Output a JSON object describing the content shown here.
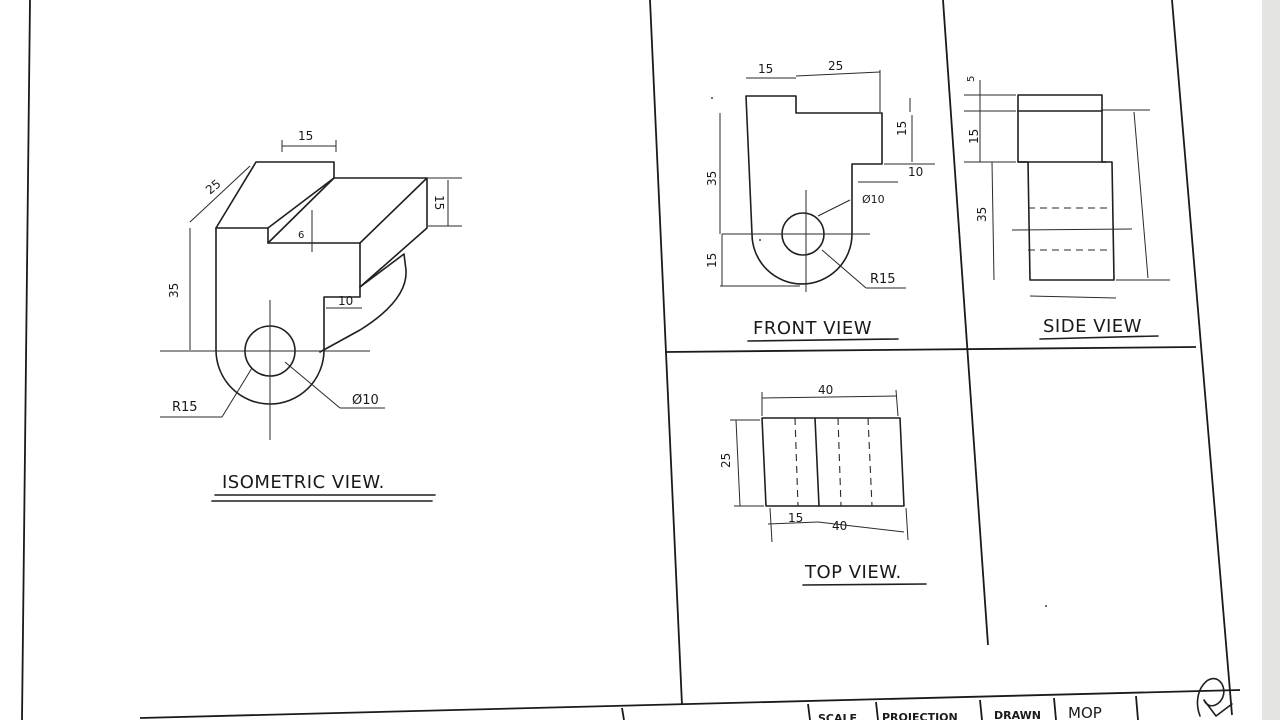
{
  "views": {
    "isometric": {
      "title": "ISOMETRIC VIEW.",
      "dims": {
        "top_width": "15",
        "length": "25",
        "height_right": "15",
        "height_left": "35",
        "step_depth": "6",
        "slot": "10",
        "radius": "R15",
        "hole": "Ø10"
      }
    },
    "front": {
      "title": "FRONT VIEW",
      "dims": {
        "left_width": "15",
        "right_width": "25",
        "step": "15",
        "notch": "10",
        "height": "35",
        "lower": "15",
        "hole": "Ø10",
        "radius": "R15"
      }
    },
    "side": {
      "title": "SIDE VIEW",
      "dims": {
        "top": "5",
        "mid": "15",
        "height": "35"
      }
    },
    "top": {
      "title": "TOP VIEW.",
      "dims": {
        "total": "40",
        "depth": "25",
        "left": "15",
        "right": "40"
      }
    }
  },
  "title_block": {
    "scale": "SCALE",
    "projection": "PROJECTION",
    "drawn": "DRAWN",
    "drawn_value": "MOP"
  },
  "colors": {
    "paper": "#ffffff",
    "background": "#eeeeec",
    "ink": "#1f1f1f"
  }
}
